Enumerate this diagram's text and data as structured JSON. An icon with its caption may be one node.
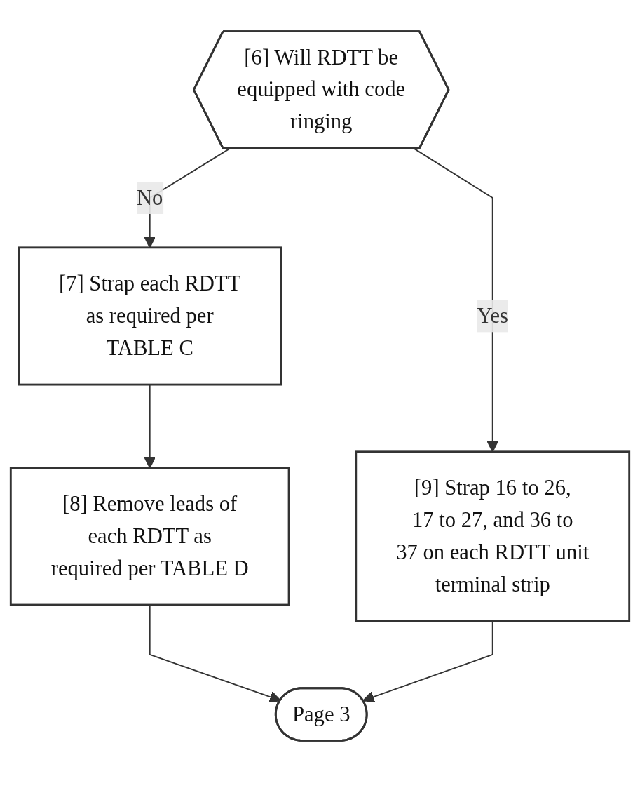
{
  "diagram": {
    "nodes": [
      {
        "text": [
          "[6] Will RDTT be equipped with code ringing"
        ]
      },
      {
        "text": [
          "[9] Strap 16 to 26, 17 to 27, and 36 to 37 on each RDTT unit terminal strip"
        ]
      },
      {
        "text": [
          "[7] Strap each RDTT as required per TABLE C"
        ]
      },
      {
        "text": [
          "[8] Remove leads of each RDTT as required per TABLE D"
        ]
      },
      {
        "text": [
          "Page 3"
        ]
      }
    ],
    "edges": [
      {
        "from": 0,
        "to": 1,
        "arrow": "to",
        "label": "Yes"
      },
      {
        "from": 0,
        "to": 2,
        "arrow": "to",
        "label": "No"
      },
      {
        "from": 2,
        "to": 3,
        "arrow": "to"
      },
      {
        "from": 3,
        "to": 4,
        "arrow": "to"
      },
      {
        "from": 1,
        "to": 4,
        "arrow": "to"
      }
    ]
  }
}
